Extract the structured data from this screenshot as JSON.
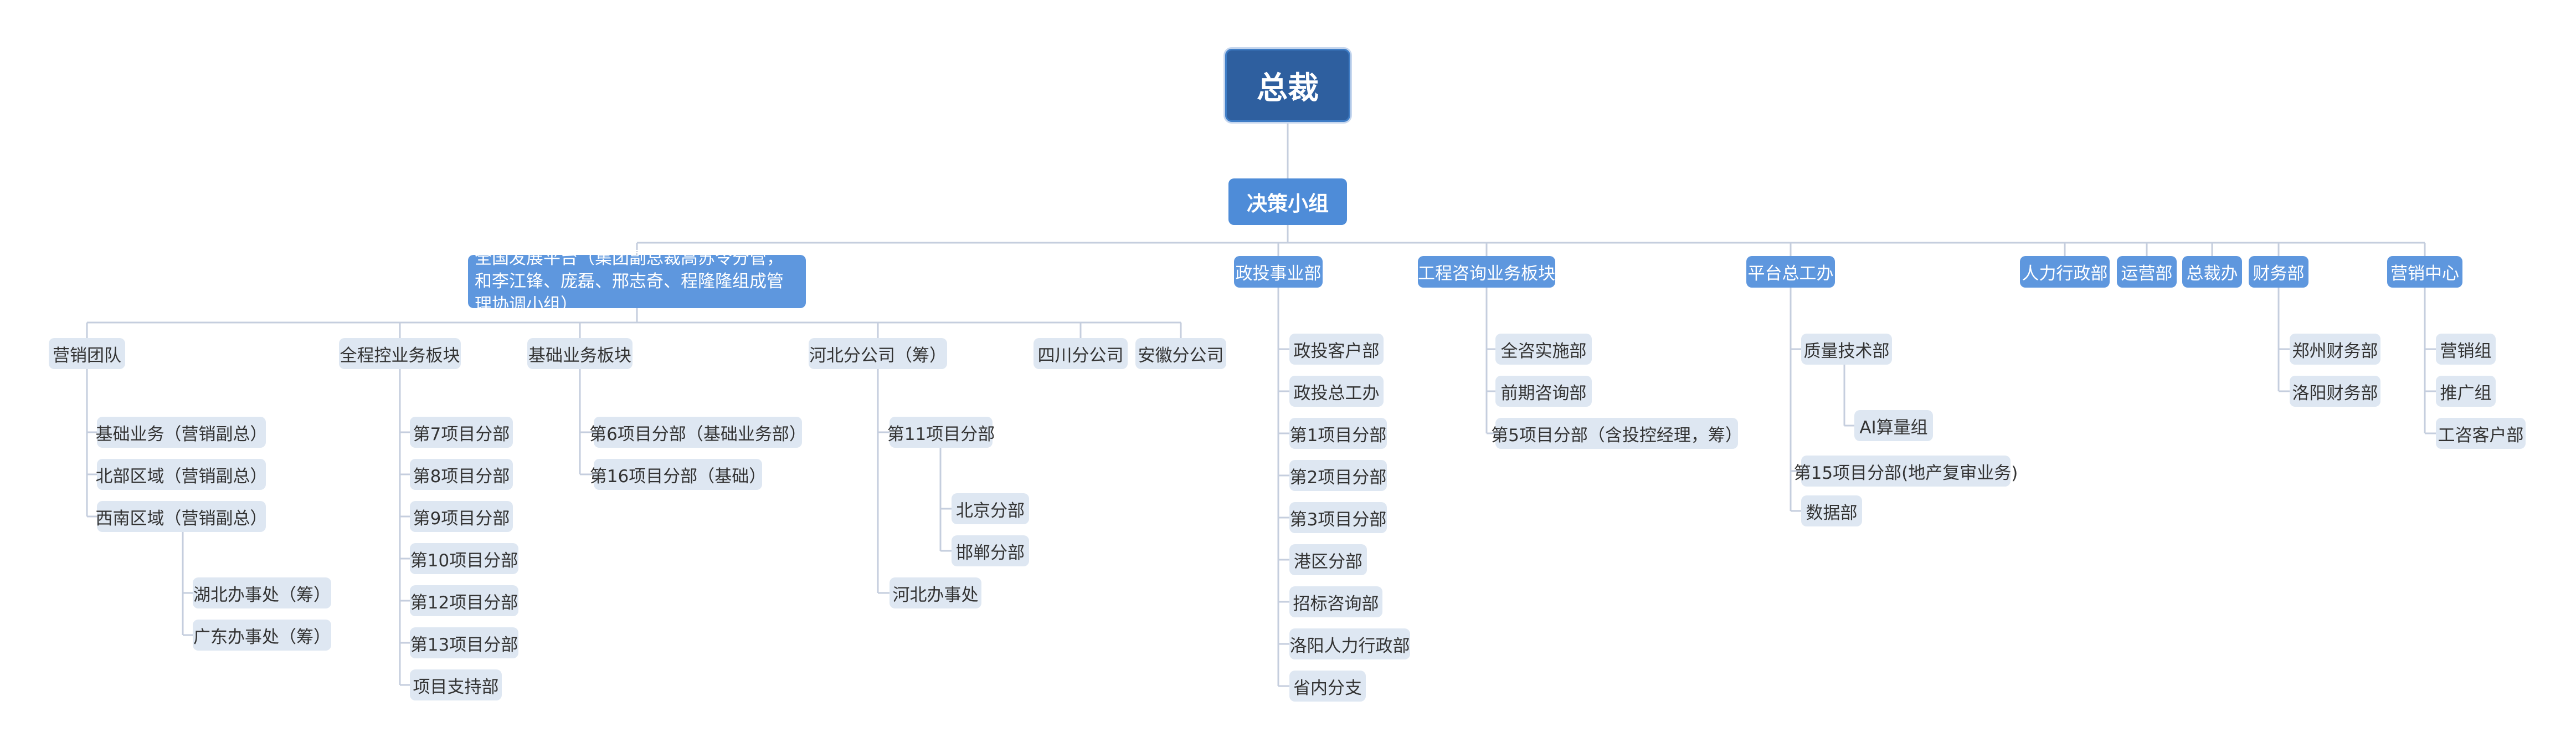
{
  "root": "总裁",
  "group": "决策小组",
  "branches": {
    "national": "全国发展平台（集团副总裁高苏令分管，和李江锋、庞磊、邢志奇、程隆隆组成管理协调小组）",
    "zhengtou": "政投事业部",
    "gongcheng": "工程咨询业务板块",
    "pingtai": "平台总工办",
    "renli": "人力行政部",
    "yunying": "运营部",
    "zongcaiban": "总裁办",
    "caiwu": "财务部",
    "yingxiao": "营销中心"
  },
  "national_children": {
    "yingxiao_team": "营销团队",
    "quanguocheng": "全程控业务板块",
    "jichu": "基础业务板块",
    "hebei": "河北分公司（筹）",
    "sichuan": "四川分公司",
    "anhui": "安徽分公司"
  },
  "yingxiao_team_items": [
    "基础业务（营销副总）",
    "北部区域（营销副总）",
    "西南区域（营销副总）"
  ],
  "xinan_items": [
    "湖北办事处（筹）",
    "广东办事处（筹）"
  ],
  "quanguocheng_items": [
    "第7项目分部",
    "第8项目分部",
    "第9项目分部",
    "第10项目分部",
    "第12项目分部",
    "第13项目分部",
    "项目支持部"
  ],
  "jichu_items": [
    "第6项目分部（基础业务部）",
    "第16项目分部（基础）"
  ],
  "hebei_items": [
    "第11项目分部",
    "河北办事处"
  ],
  "d11_items": [
    "北京分部",
    "邯郸分部"
  ],
  "zhengtou_items": [
    "政投客户部",
    "政投总工办",
    "第1项目分部",
    "第2项目分部",
    "第3项目分部",
    "港区分部",
    "招标咨询部",
    "洛阳人力行政部",
    "省内分支"
  ],
  "gongcheng_items": [
    "全咨实施部",
    "前期咨询部",
    "第5项目分部（含投控经理，筹）"
  ],
  "pingtai_items": [
    "质量技术部",
    "第15项目分部(地产复审业务)",
    "数据部"
  ],
  "zhiliang_items": [
    "AI算量组"
  ],
  "caiwu_items": [
    "郑州财务部",
    "洛阳财务部"
  ],
  "yingxiao_items": [
    "营销组",
    "推广组",
    "工咨客户部"
  ]
}
